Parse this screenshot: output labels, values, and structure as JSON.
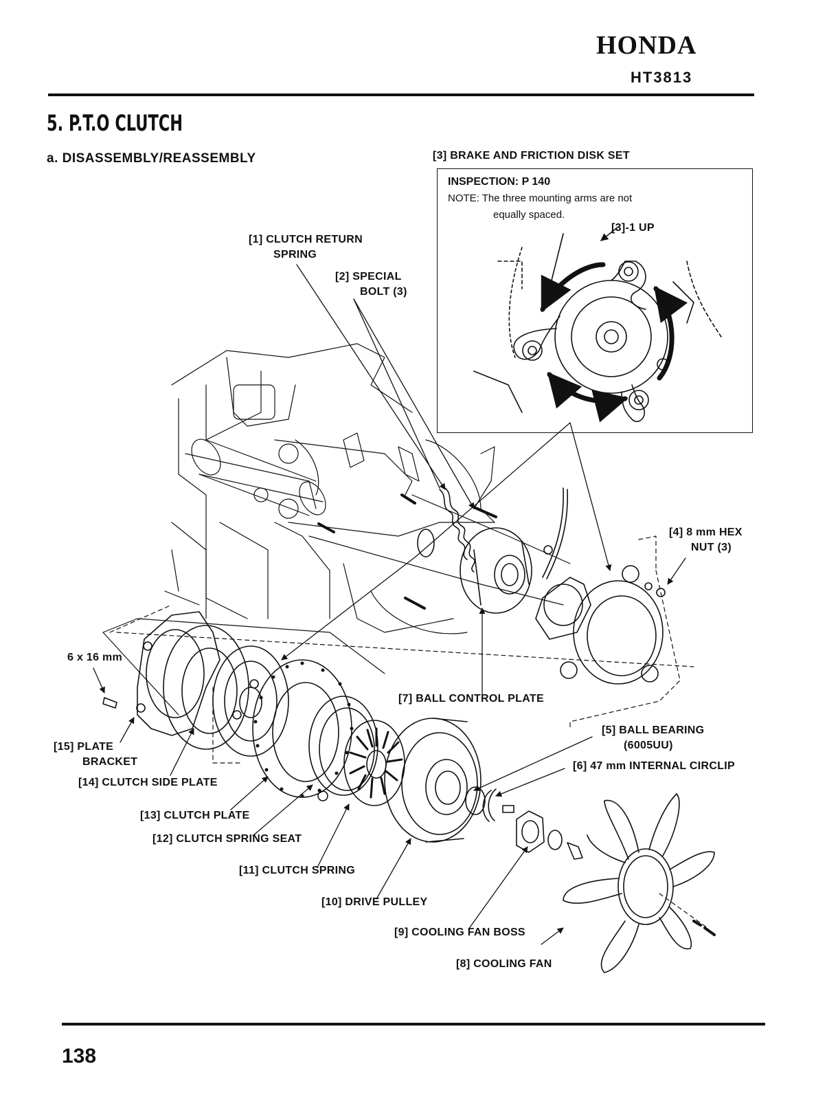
{
  "header": {
    "brand": "HONDA",
    "model": "HT3813"
  },
  "section": {
    "title": "5. P.T.O CLUTCH",
    "subtitle": "a. DISASSEMBLY/REASSEMBLY"
  },
  "inset": {
    "title": "[3] BRAKE AND FRICTION DISK SET",
    "inspection": "INSPECTION: P 140",
    "note_line1": "NOTE: The three mounting arms are not",
    "note_line2": "equally spaced.",
    "up_label": "[3]-1 UP"
  },
  "labels": {
    "l1a": "[1] CLUTCH RETURN",
    "l1b": "SPRING",
    "l2a": "[2] SPECIAL",
    "l2b": "BOLT (3)",
    "l4a": "[4] 8 mm HEX",
    "l4b": "NUT (3)",
    "l5a": "[5] BALL BEARING",
    "l5b": "(6005UU)",
    "l6": "[6] 47 mm INTERNAL CIRCLIP",
    "l7": "[7] BALL CONTROL PLATE",
    "l8": "[8] COOLING FAN",
    "l9": "[9] COOLING FAN BOSS",
    "l10": "[10] DRIVE PULLEY",
    "l11": "[11] CLUTCH SPRING",
    "l12": "[12] CLUTCH SPRING SEAT",
    "l13": "[13] CLUTCH PLATE",
    "l14": "[14] CLUTCH SIDE PLATE",
    "l15a": "[15] PLATE",
    "l15b": "BRACKET",
    "bolt": "6 x 16 mm"
  },
  "footer": {
    "page_number": "138"
  }
}
